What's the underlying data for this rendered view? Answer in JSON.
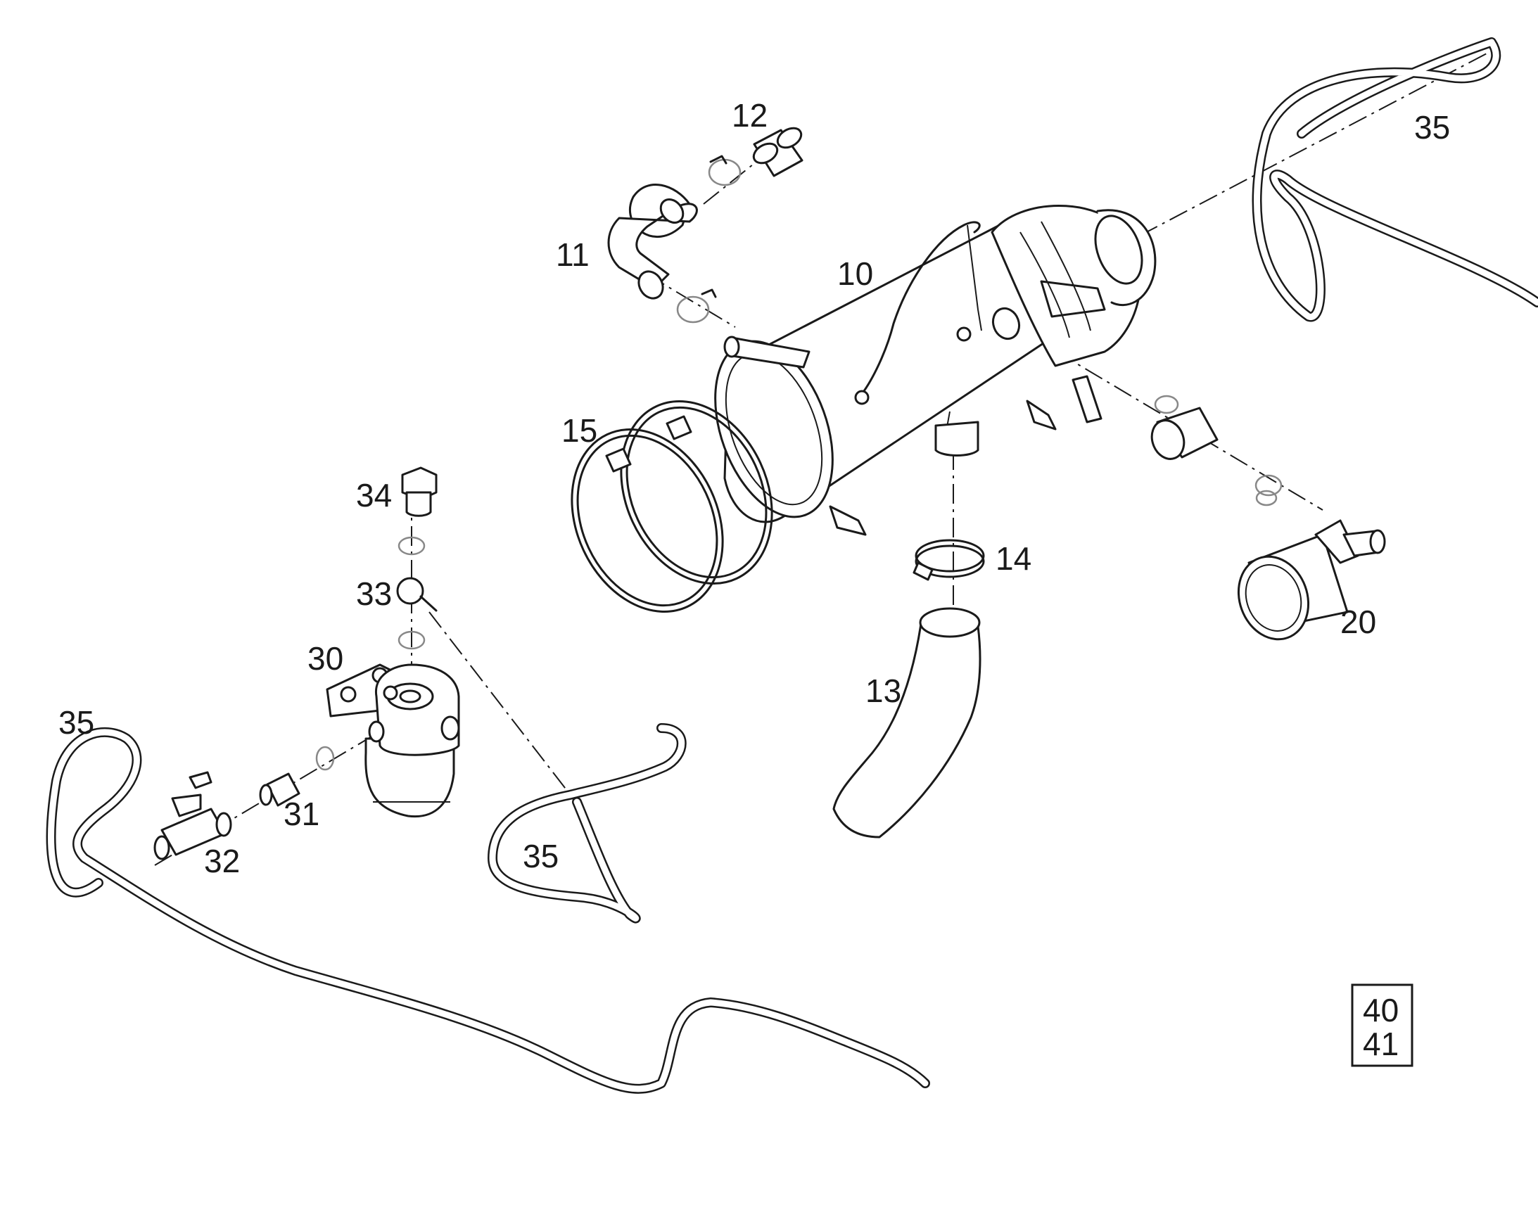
{
  "labels": {
    "p10": "10",
    "p11": "11",
    "p12": "12",
    "p13": "13",
    "p14": "14",
    "p15": "15",
    "p20": "20",
    "p30": "30",
    "p31": "31",
    "p32": "32",
    "p33": "33",
    "p34": "34",
    "p35a": "35",
    "p35b": "35",
    "p35c": "35"
  },
  "reference_box": {
    "line1": "40",
    "line2": "41"
  }
}
